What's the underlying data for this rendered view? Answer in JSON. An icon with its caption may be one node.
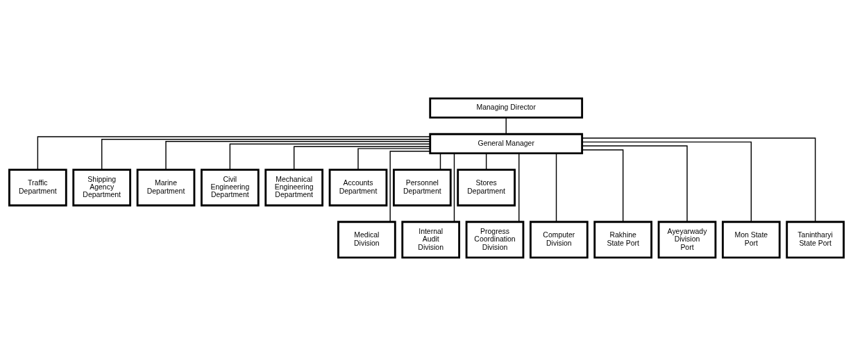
{
  "diagram": {
    "nodes": [
      {
        "text": [
          "Managing Director"
        ]
      },
      {
        "text": [
          "General Manager"
        ]
      },
      {
        "text": [
          "Traffic Department"
        ]
      },
      {
        "text": [
          "Shipping Agency Department"
        ]
      },
      {
        "text": [
          "Marine Department"
        ]
      },
      {
        "text": [
          "Civil Engineering Department"
        ]
      },
      {
        "text": [
          "Mechanical Engineering Department"
        ]
      },
      {
        "text": [
          "Accounts Department"
        ]
      },
      {
        "text": [
          "Personnel Department"
        ]
      },
      {
        "text": [
          "Stores Department"
        ]
      },
      {
        "text": [
          "Medical Division"
        ]
      },
      {
        "text": [
          "Internal Audit Division"
        ]
      },
      {
        "text": [
          "Progress Coordination Division"
        ]
      },
      {
        "text": [
          "Computer Division"
        ]
      },
      {
        "text": [
          "Rakhine State Port"
        ]
      },
      {
        "text": [
          "Ayeyarwady Division Port"
        ]
      },
      {
        "text": [
          "Mon State Port"
        ]
      },
      {
        "text": [
          "Tanintharyi State Port"
        ]
      }
    ],
    "edges": [
      {
        "from": 0,
        "to": 1,
        "arrow": "none"
      },
      {
        "from": 1,
        "to": 2,
        "arrow": "none"
      },
      {
        "from": 1,
        "to": 3,
        "arrow": "none"
      },
      {
        "from": 1,
        "to": 4,
        "arrow": "none"
      },
      {
        "from": 1,
        "to": 5,
        "arrow": "none"
      },
      {
        "from": 1,
        "to": 6,
        "arrow": "none"
      },
      {
        "from": 1,
        "to": 7,
        "arrow": "none"
      },
      {
        "from": 1,
        "to": 8,
        "arrow": "none"
      },
      {
        "from": 1,
        "to": 9,
        "arrow": "none"
      },
      {
        "from": 1,
        "to": 10,
        "arrow": "none"
      },
      {
        "from": 1,
        "to": 11,
        "arrow": "none"
      },
      {
        "from": 1,
        "to": 12,
        "arrow": "none"
      },
      {
        "from": 1,
        "to": 13,
        "arrow": "none"
      },
      {
        "from": 1,
        "to": 14,
        "arrow": "none"
      },
      {
        "from": 1,
        "to": 15,
        "arrow": "none"
      },
      {
        "from": 1,
        "to": 16,
        "arrow": "none"
      },
      {
        "from": 1,
        "to": 17,
        "arrow": "none"
      }
    ]
  }
}
